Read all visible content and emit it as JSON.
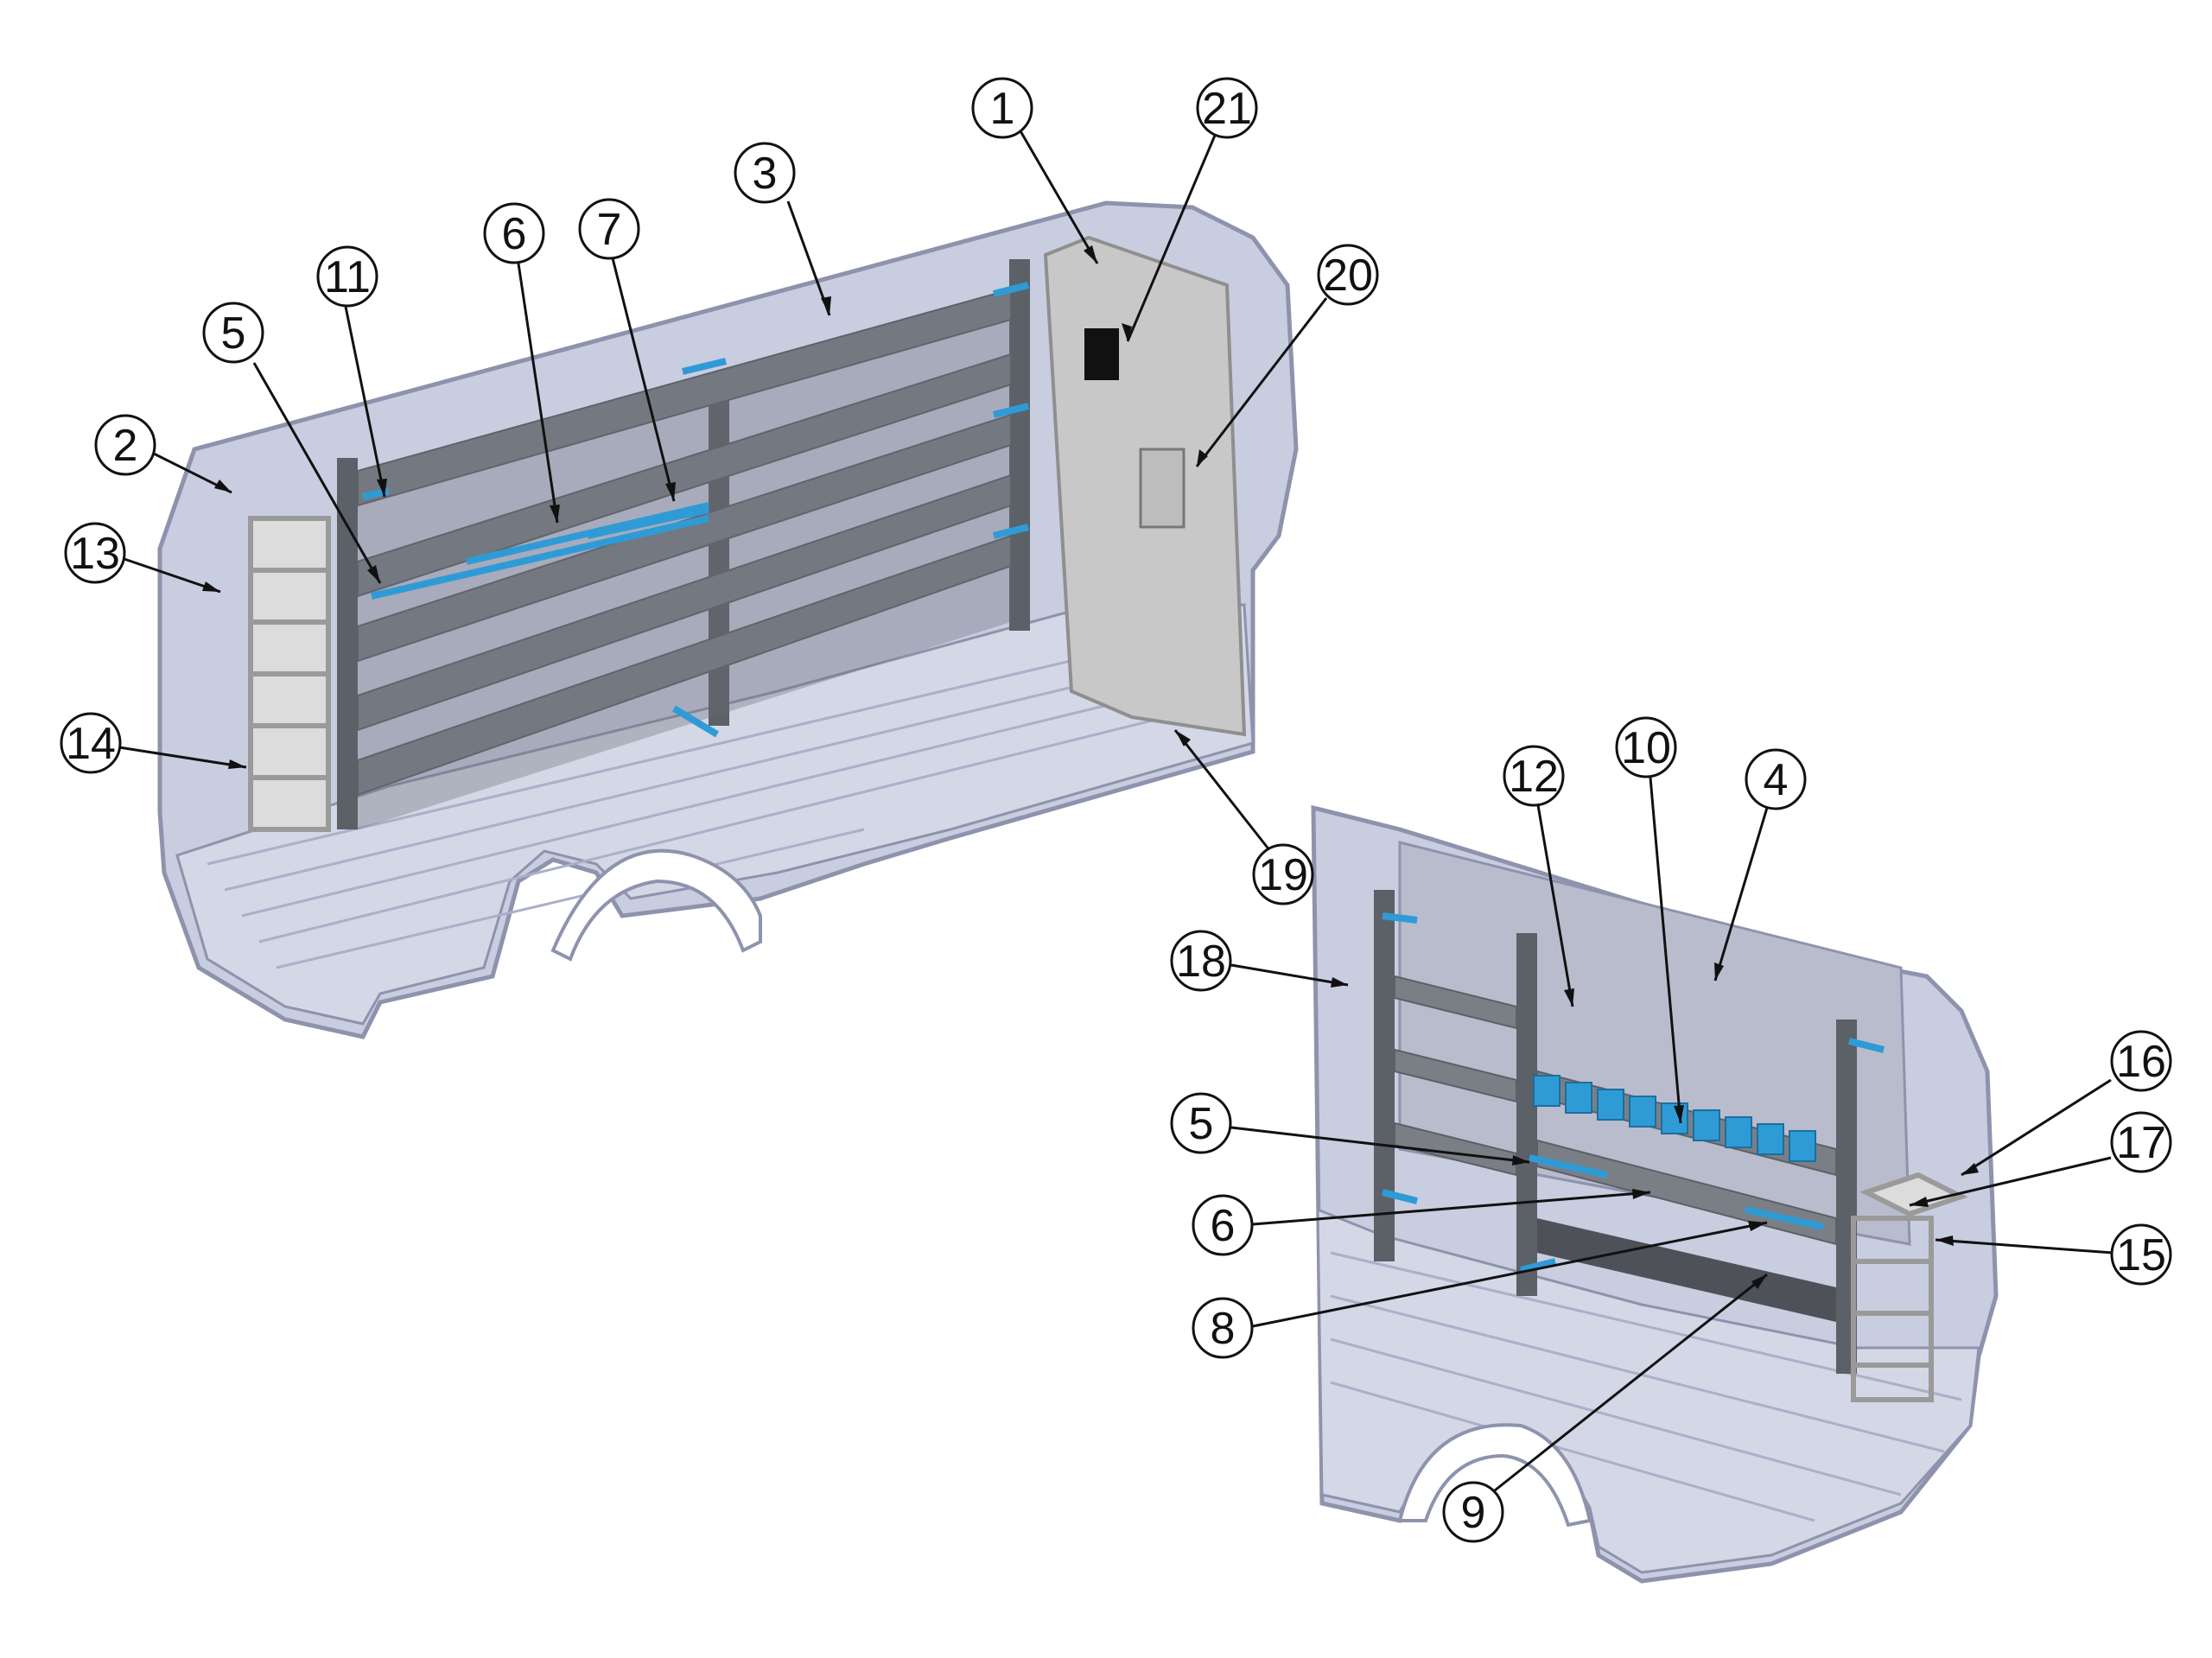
{
  "colors": {
    "body_fill": "#c9cde0",
    "body_edge": "#8e93ad",
    "floor_fill": "#d4d7e6",
    "shelf_dark": "#5c6067",
    "shelf_mid": "#7a7f86",
    "accent_blue": "#2f9bd6",
    "partition_fill": "#c8c8c8",
    "callout_line": "#111111"
  },
  "callouts": {
    "upper": [
      {
        "num": "1",
        "icon": "partition"
      },
      {
        "num": "21",
        "icon": "partition-mount"
      },
      {
        "num": "20",
        "icon": "box"
      },
      {
        "num": "3",
        "icon": "shelf-unit"
      },
      {
        "num": "6",
        "icon": "shelf-divider"
      },
      {
        "num": "7",
        "icon": "shelf-rail"
      },
      {
        "num": "11",
        "icon": "bin-organizer"
      },
      {
        "num": "5",
        "icon": "shelf-front"
      },
      {
        "num": "2",
        "icon": "side-wall"
      },
      {
        "num": "13",
        "icon": "ladder-rack"
      },
      {
        "num": "14",
        "icon": "ladder-base"
      },
      {
        "num": "19",
        "icon": "partition-bracket"
      }
    ],
    "lower": [
      {
        "num": "12",
        "icon": "bin-organizer"
      },
      {
        "num": "10",
        "icon": "parts-bins"
      },
      {
        "num": "4",
        "icon": "shelf-unit"
      },
      {
        "num": "18",
        "icon": "hook"
      },
      {
        "num": "5",
        "icon": "shelf-front"
      },
      {
        "num": "6",
        "icon": "shelf-divider"
      },
      {
        "num": "8",
        "icon": "shelf-rail"
      },
      {
        "num": "9",
        "icon": "drawer-base"
      },
      {
        "num": "16",
        "icon": "tank-rack-top"
      },
      {
        "num": "17",
        "icon": "tank-rack-clamp"
      },
      {
        "num": "15",
        "icon": "tank-rack"
      }
    ]
  }
}
